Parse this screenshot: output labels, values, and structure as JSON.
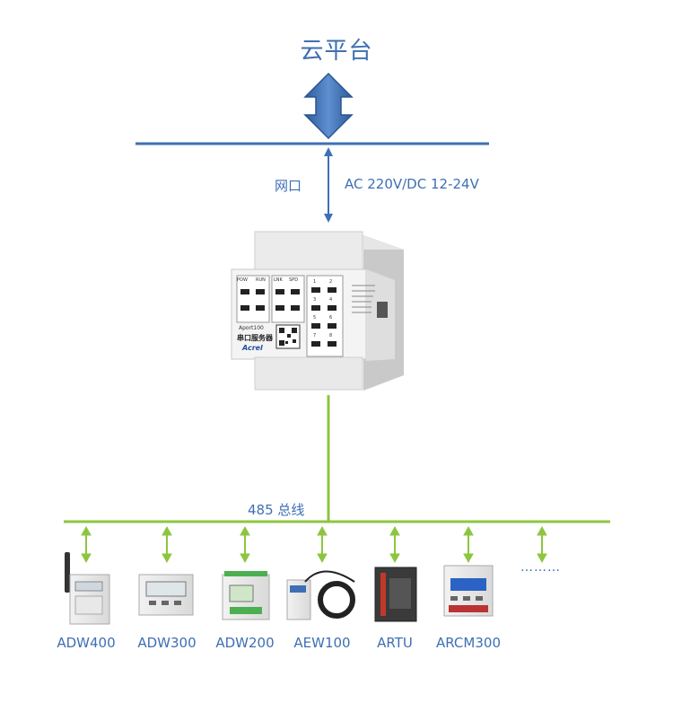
{
  "title": "云平台",
  "uplink": {
    "port_label": "网口",
    "power_label": "AC 220V/DC 12-24V"
  },
  "server": {
    "model": "Aport100",
    "name": "串口服务器",
    "brand": "Acrel",
    "indicators": [
      "POW",
      "RUN",
      "LNK",
      "SPD"
    ],
    "ports": [
      "1",
      "2",
      "3",
      "4",
      "5",
      "6",
      "7",
      "8"
    ]
  },
  "bus": {
    "label": "485 总线"
  },
  "devices": [
    {
      "label": "ADW400"
    },
    {
      "label": "ADW300"
    },
    {
      "label": "ADW200"
    },
    {
      "label": "AEW100"
    },
    {
      "label": "ARTU"
    },
    {
      "label": "ARCM300"
    }
  ],
  "more": "………",
  "colors": {
    "blue": "#3e6fb4",
    "green": "#8cc63f"
  }
}
